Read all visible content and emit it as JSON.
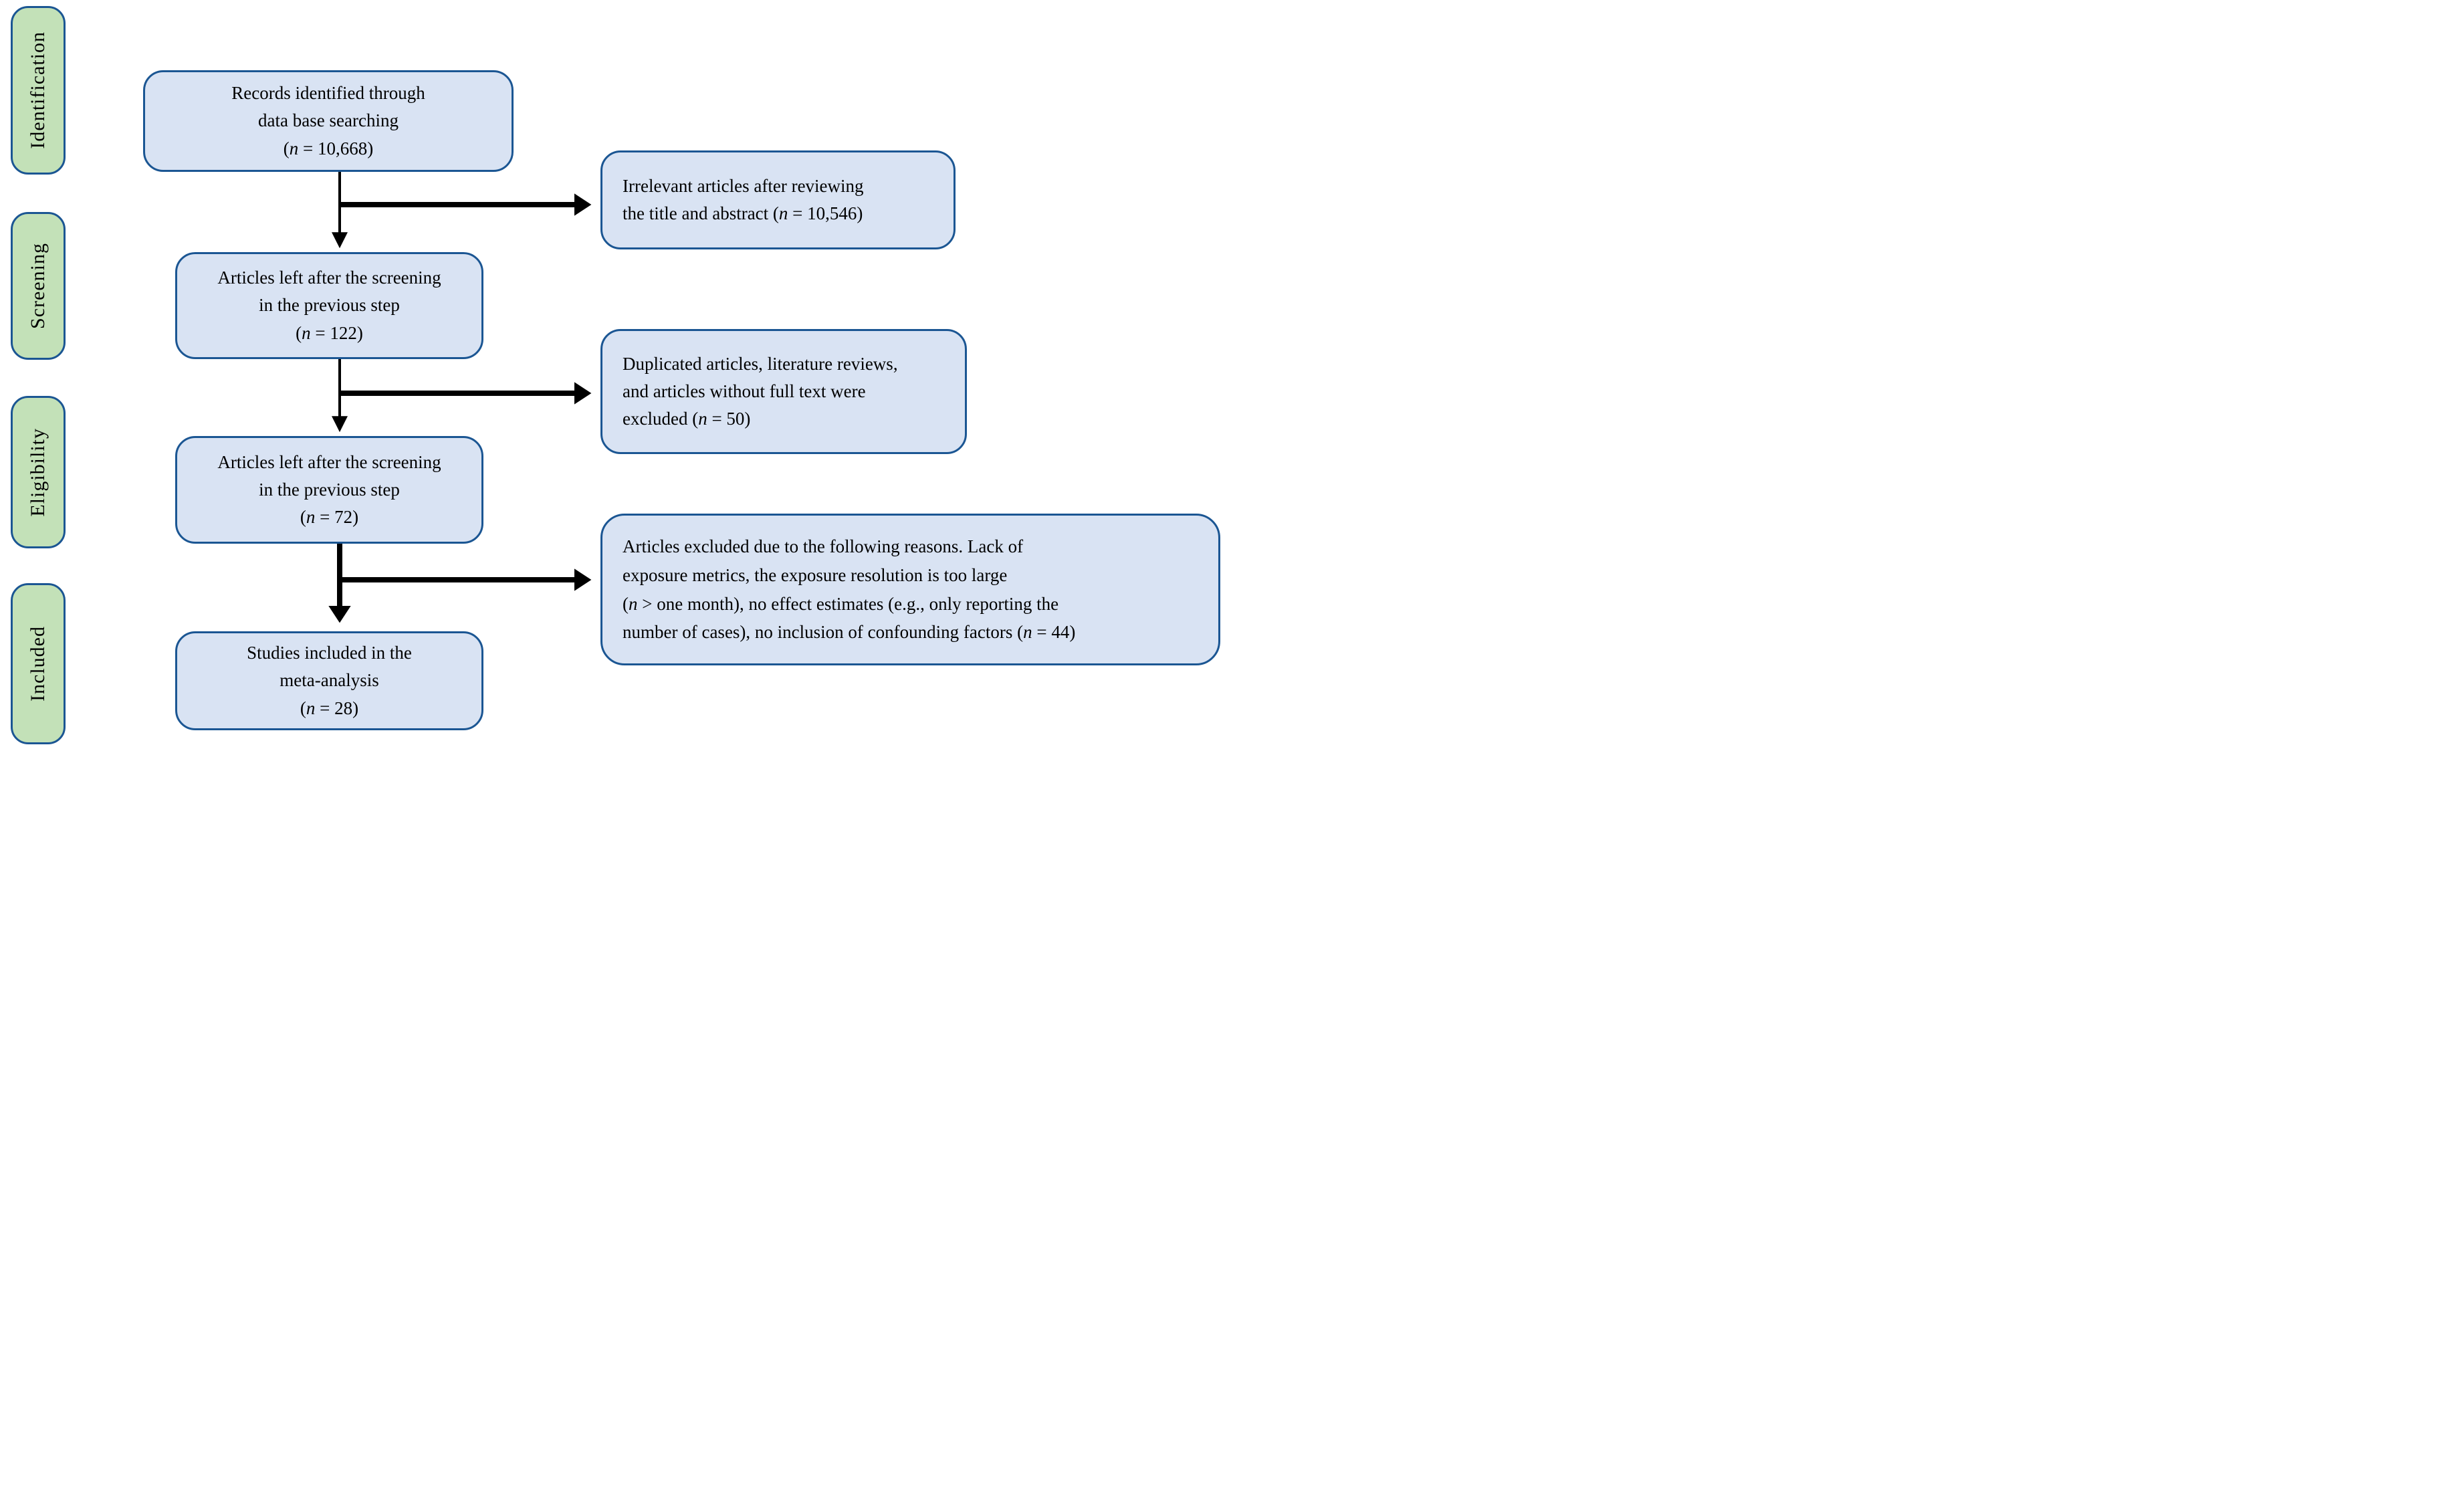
{
  "diagram": {
    "kind": "study-selection-flowchart",
    "stages": [
      {
        "label": "Identification"
      },
      {
        "label": "Screening"
      },
      {
        "label": "Eligibility"
      },
      {
        "label": "Included"
      }
    ],
    "flow_boxes": [
      {
        "id": "records-identified",
        "lines": [
          "Records identified through",
          "data base searching",
          "(n = 10,668)"
        ]
      },
      {
        "id": "after-screening-step-1",
        "lines": [
          "Articles left after the screening",
          "in the previous step",
          "(n = 122)"
        ]
      },
      {
        "id": "after-screening-step-2",
        "lines": [
          "Articles left after the screening",
          "in the previous step",
          "(n = 72)"
        ]
      },
      {
        "id": "studies-included",
        "lines": [
          "Studies included in the",
          "meta-analysis",
          "(n = 28)"
        ]
      }
    ],
    "exclusion_boxes": [
      {
        "id": "irrelevant-articles",
        "lines": [
          "Irrelevant articles after reviewing",
          "the title and abstract (n = 10,546)"
        ]
      },
      {
        "id": "duplicated-articles",
        "lines": [
          "Duplicated articles, literature reviews,",
          "and articles without full text were",
          "excluded (n = 50)"
        ]
      },
      {
        "id": "excluded-reasons",
        "lines": [
          "Articles excluded due to the following reasons. Lack of",
          "exposure metrics, the exposure resolution is too large",
          "(n > one month), no effect estimates (e.g., only reporting the",
          "number of cases), no inclusion of confounding factors (n = 44)"
        ]
      }
    ],
    "colors": {
      "stage_fill": "#c3e1b8",
      "box_fill": "#d9e3f3",
      "border": "#1b5693",
      "arrow": "#000000",
      "background": "#ffffff",
      "text": "#000000"
    }
  }
}
